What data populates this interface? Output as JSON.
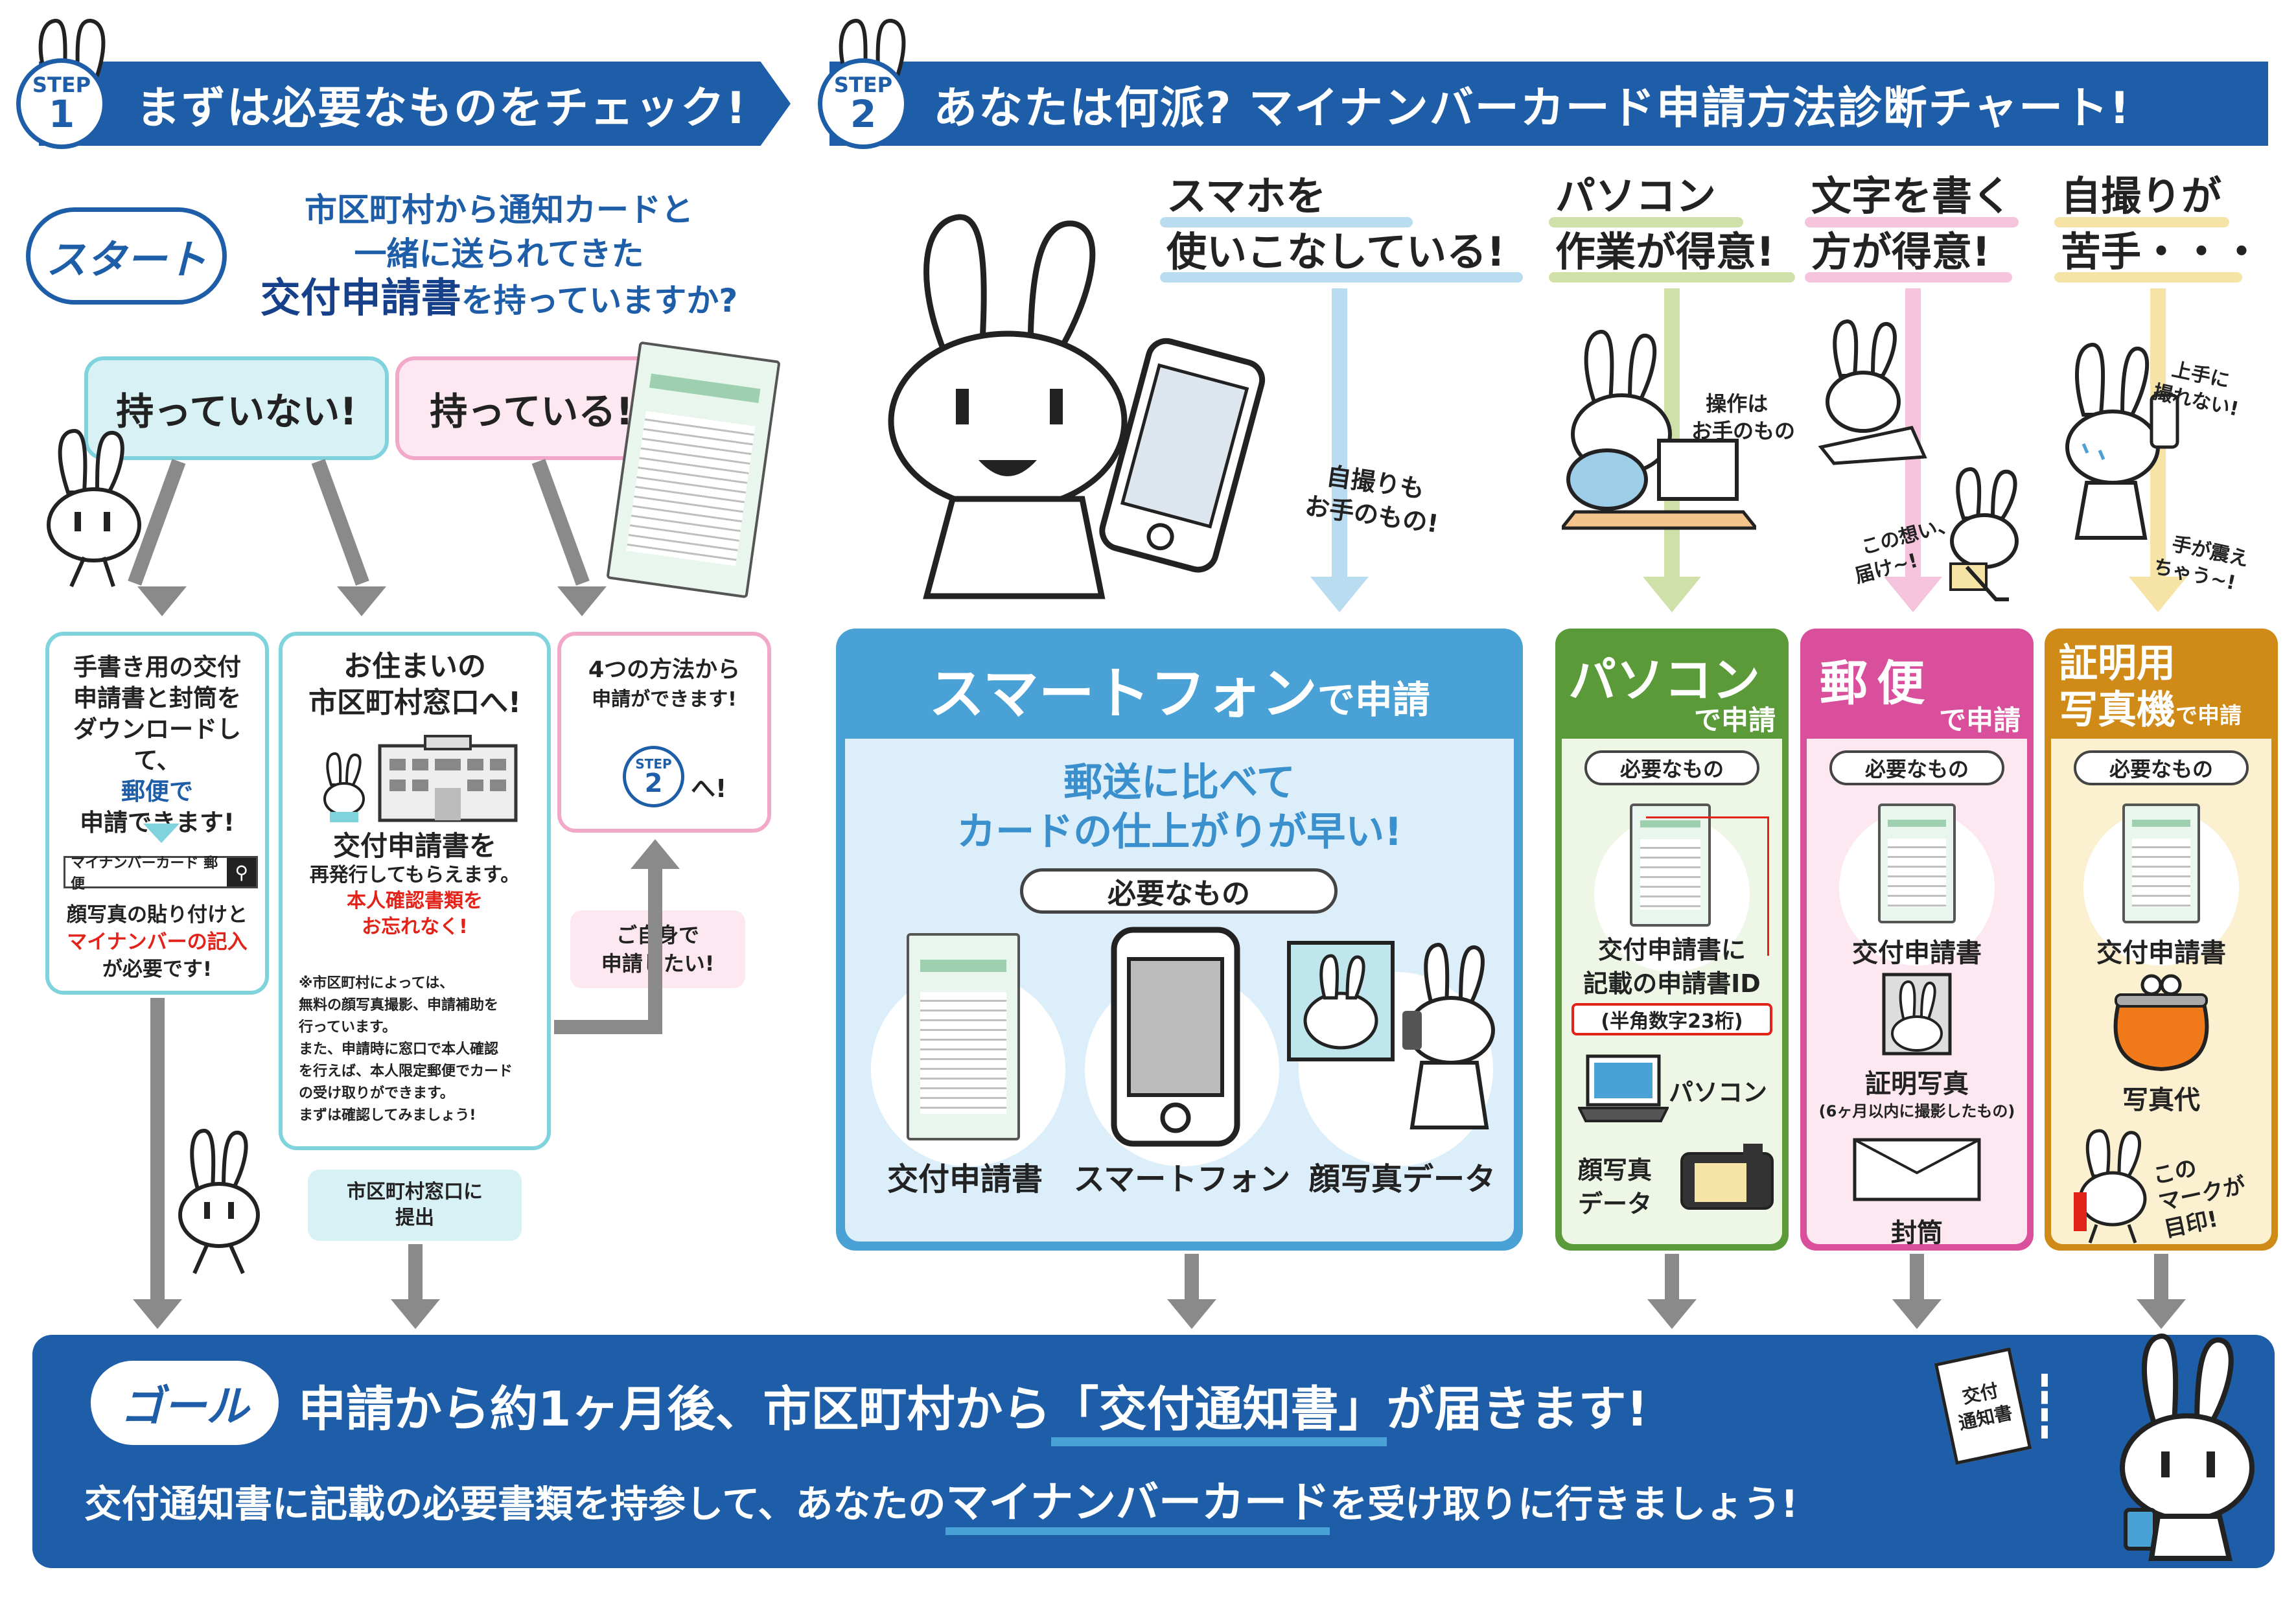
{
  "step1": {
    "badge_word": "STEP",
    "badge_num": "1",
    "title": "まずは必要なものをチェック!"
  },
  "step2": {
    "badge_word": "STEP",
    "badge_num": "2",
    "title": "あなたは何派? マイナンバーカード申請方法診断チャート!"
  },
  "start": {
    "badge": "スタート",
    "q_line1": "市区町村から通知カードと",
    "q_line2": "一緒に送られてきた",
    "q_line3_emph": "交付申請書",
    "q_line3_rest": "を持っていますか?"
  },
  "answers": {
    "no": "持っていない!",
    "yes": "持っている!"
  },
  "left_box1": {
    "lines": [
      "手書き用の交付",
      "申請書と封筒を",
      "ダウンロードして、",
      "郵便で",
      "申請できます!"
    ],
    "search_text": "マイナンバーカード 郵便",
    "note_line1": "顔写真の貼り付けと",
    "note_line2_red": "マイナンバーの記入",
    "note_line3": "が必要です!"
  },
  "left_box2": {
    "title_line1": "お住まいの",
    "title_line2": "市区町村窓口へ!",
    "sub_line1": "交付申請書を",
    "sub_line2": "再発行してもらえます。",
    "red_line1": "本人確認書類を",
    "red_line2": "お忘れなく!",
    "note_lines": [
      "※市区町村によっては、",
      "無料の顔写真撮影、申請補助を",
      "行っています。",
      "また、申請時に窓口で本人確認",
      "を行えば、本人限定郵便でカード",
      "の受け取りができます。",
      "まずは確認してみましょう!"
    ],
    "submit_label_line1": "市区町村窓口に",
    "submit_label_line2": "提出"
  },
  "left_box3": {
    "line1": "4つの方法から",
    "line2": "申請ができます!",
    "step_word": "STEP",
    "step_num": "2",
    "he": "へ!"
  },
  "self_apply": {
    "line1": "ご自身で",
    "line2": "申請したい!"
  },
  "types": [
    {
      "head_line1": "スマホを",
      "head_line2": "使いこなしている!",
      "comment": "自撮りも\nお手のもの!",
      "color": "#b9dcf0"
    },
    {
      "head_line1": "パソコン",
      "head_line2": "作業が得意!",
      "comment": "操作は\nお手のもの",
      "color": "#cfe0a8"
    },
    {
      "head_line1": "文字を書く",
      "head_line2": "方が得意!",
      "comment": "この想い、\n届け~!",
      "color": "#f5c3dc"
    },
    {
      "head_line1": "自撮りが",
      "head_line2": "苦手・・・",
      "comment_top": "上手に\n撮れない!",
      "comment_bottom": "手が震え\nちゃう~!",
      "color": "#f6e3a6"
    }
  ],
  "smartphone": {
    "title_main": "スマートフォン",
    "title_de": "で申請",
    "benefit_line1": "郵送に比べて",
    "benefit_line2": "カードの仕上がりが早い!",
    "need_label": "必要なもの",
    "items": [
      "交付申請書",
      "スマートフォン",
      "顔写真データ"
    ],
    "color": "#4aa1d6"
  },
  "pc": {
    "title_main": "パソコン",
    "title_de": "で申請",
    "need_label": "必要なもの",
    "item1_line1": "交付申請書に",
    "item1_line2": "記載の申請書ID",
    "item1_note": "(半角数字23桁)",
    "item2": "パソコン",
    "item3_line1": "顔写真",
    "item3_line2": "データ",
    "color": "#5a9a38"
  },
  "mail": {
    "title_main": "郵便",
    "title_de": "で申請",
    "need_label": "必要なもの",
    "item1": "交付申請書",
    "item2": "証明写真",
    "item2_note": "(6ヶ月以内に撮影したもの)",
    "item3": "封筒",
    "color": "#d94f9b"
  },
  "booth": {
    "title_line1": "証明用",
    "title_line2": "写真機",
    "title_de": "で申請",
    "need_label": "必要なもの",
    "item1": "交付申請書",
    "item2": "写真代",
    "mark_line1": "この",
    "mark_line2": "マークが",
    "mark_line3": "目印!",
    "color": "#d08a18"
  },
  "goal": {
    "badge": "ゴール",
    "line1_a": "申請から約1ヶ月後、市区町村から",
    "line1_emph": "「交付通知書」",
    "line1_b": "が届きます!",
    "line2_a": "交付通知書に記載の必要書類を持参して、あなたの",
    "line2_emph": "マイナンバーカード",
    "line2_b": "を受け取りに行きましょう!",
    "notice_label_line1": "交付",
    "notice_label_line2": "通知書"
  },
  "colors": {
    "primary": "#1e5ea8",
    "light_blue": "#dbeefa",
    "teal_border": "#7fd3dd",
    "pink_border": "#f2a8c8",
    "red": "#e2231a",
    "gray_arrow": "#8a8a8a"
  }
}
